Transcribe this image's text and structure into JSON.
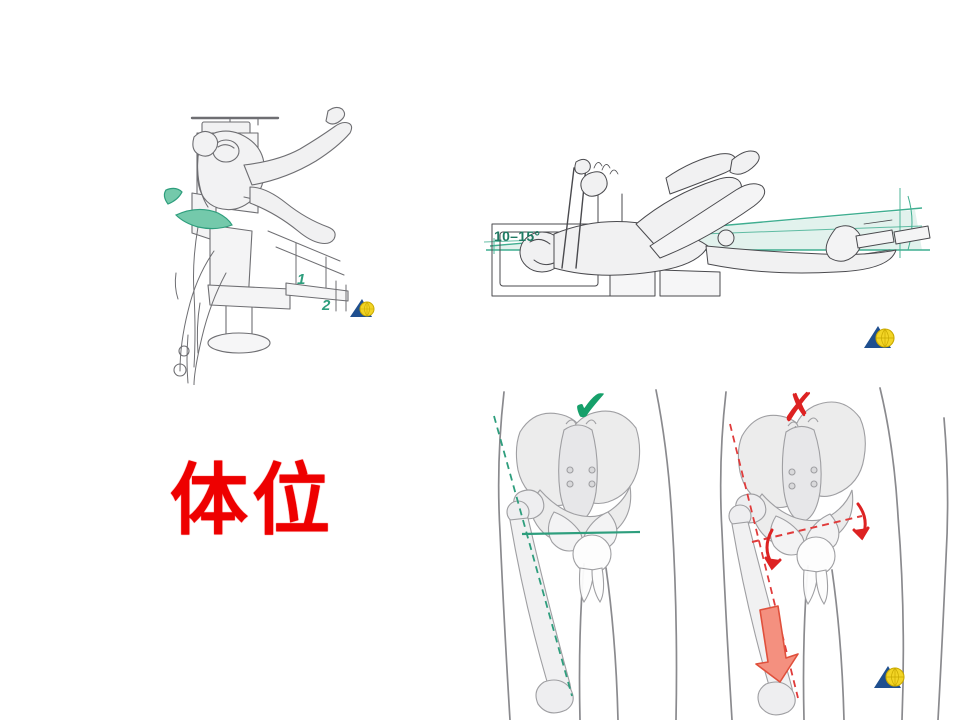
{
  "slide": {
    "title": "体位",
    "title_color": "#ee0000",
    "background": "#ffffff"
  },
  "panels": {
    "traction_table": {
      "name": "lithotomy-traction-table",
      "caption": "",
      "steps": [
        {
          "label": "1",
          "arrow": "green-arrow-down-left"
        },
        {
          "label": "2",
          "arrow": "green-arrow-down-right"
        }
      ],
      "accent_color": "#2e9e7d"
    },
    "lateral_view": {
      "name": "lateral-table-view",
      "angle_label": "10–15°",
      "angle_color": "#1f7a63",
      "wedge_color": "#3fae90"
    },
    "pelvis_comparison": {
      "correct": {
        "mark": "✔",
        "mark_color": "#16a06a",
        "reference_line_color": "#2e9e7d",
        "femoral_axis": "dashed-green"
      },
      "incorrect": {
        "mark": "✗",
        "mark_color": "#dd2222",
        "reference_line_color": "#e03b3b",
        "femoral_axis": "dashed-red",
        "rotation_arrows": 2,
        "translation_arrow": "red-arrow-down"
      }
    }
  },
  "logos": [
    {
      "name": "publisher-logo",
      "shape": "blue-triangle-yellow-globe",
      "triangle_color": "#1f4f8f",
      "globe_color": "#f2d425"
    },
    {
      "name": "publisher-logo",
      "shape": "blue-triangle-yellow-globe",
      "triangle_color": "#1f4f8f",
      "globe_color": "#f2d425"
    },
    {
      "name": "publisher-logo",
      "shape": "blue-triangle-yellow-globe",
      "triangle_color": "#1f4f8f",
      "globe_color": "#f2d425"
    }
  ],
  "colors": {
    "line_art_stroke": "#6e6e72",
    "line_art_fill": "#f0f0f1",
    "green": "#2e9e7d",
    "red": "#dd2222",
    "salmon": "#f08070"
  }
}
